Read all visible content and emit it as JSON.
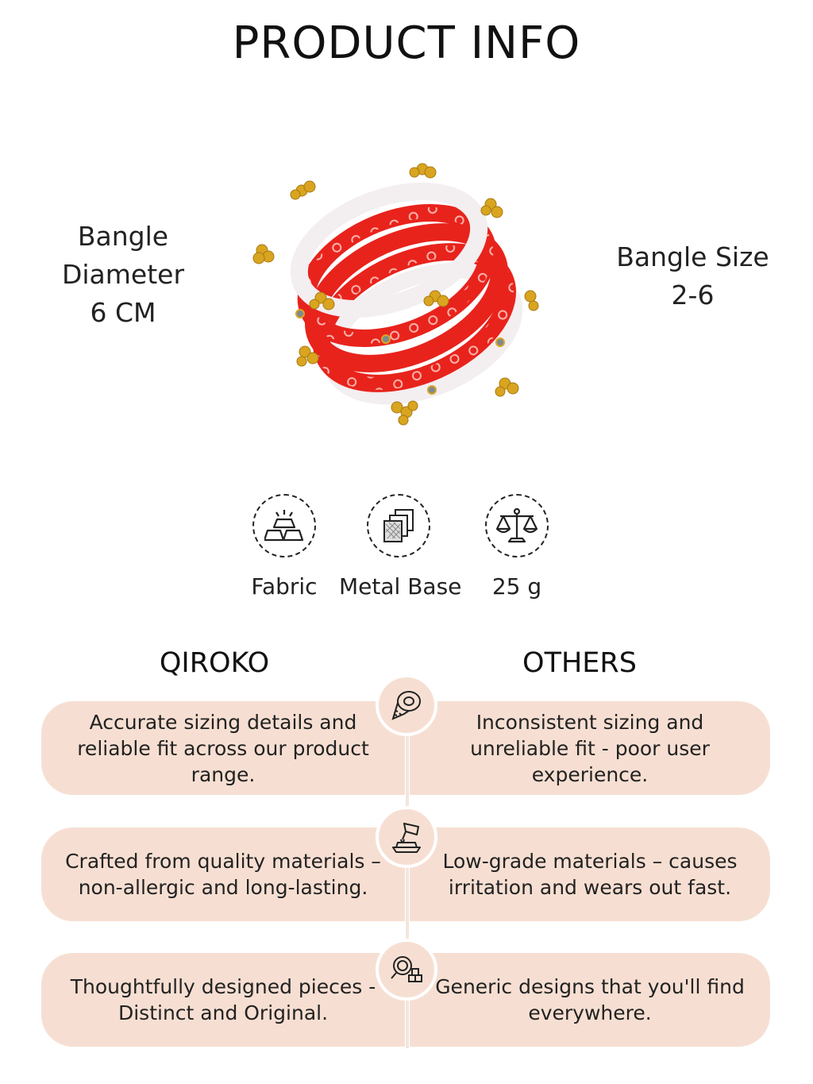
{
  "header": {
    "title": "PRODUCT INFO"
  },
  "dimensions": {
    "diameter_label": "Bangle\nDiameter\n6 CM",
    "size_label": "Bangle Size\n2-6"
  },
  "features": [
    {
      "icon": "gold-bars-icon",
      "label": "Fabric"
    },
    {
      "icon": "layers-icon",
      "label": "Metal Base"
    },
    {
      "icon": "scale-icon",
      "label": "25 g"
    }
  ],
  "comparison": {
    "left_heading": "QIROKO",
    "right_heading": "OTHERS",
    "rows": [
      {
        "icon": "measuring-tape-icon",
        "qiroko": "Accurate sizing details and reliable fit across our product range.",
        "others": "Inconsistent sizing and unreliable fit - poor user experience."
      },
      {
        "icon": "material-pour-icon",
        "qiroko": "Crafted from quality materials – non-allergic and long-lasting.",
        "others": "Low-grade materials – causes irritation and wears out fast."
      },
      {
        "icon": "design-search-icon",
        "qiroko": "Thoughtfully designed pieces - Distinct and Original.",
        "others": "Generic designs that you'll find everywhere."
      }
    ]
  },
  "colors": {
    "pill_background": "#f6dfd2",
    "bangle_red": "#e8231c",
    "bangle_white": "#f3eef0",
    "bead_gold": "#d9a520"
  }
}
